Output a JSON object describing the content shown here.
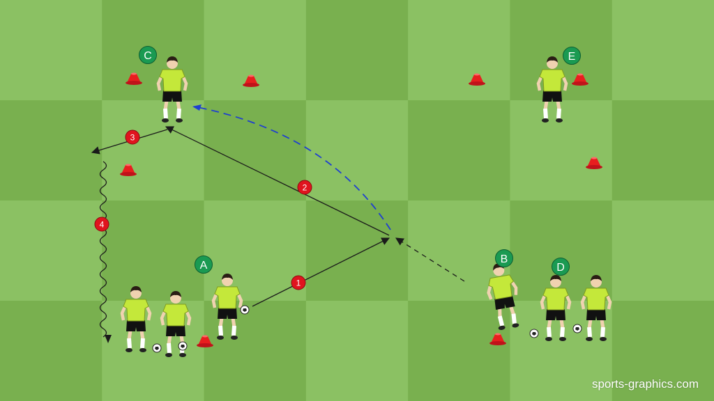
{
  "watermark": "sports-graphics.com",
  "colors": {
    "grass_light": "#8bc163",
    "grass_dark": "#79b04f",
    "jersey": "#c4e83a",
    "shorts": "#111111",
    "cone": "#e81e1e",
    "pass_arrow": "#1a1a1a",
    "ball_path": "#1f3fd0",
    "step_badge": "#e0141e",
    "player_badge": "#1a9a52"
  },
  "player_labels": [
    "A",
    "B",
    "C",
    "D",
    "E"
  ],
  "step_labels": [
    "1",
    "2",
    "3",
    "4"
  ]
}
